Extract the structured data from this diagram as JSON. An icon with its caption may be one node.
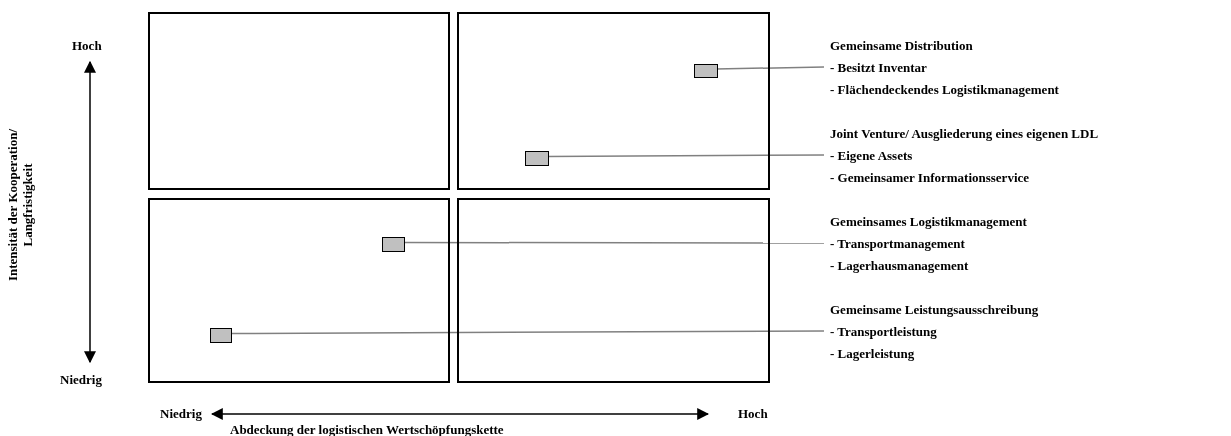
{
  "diagram": {
    "nodes": [
      {
        "text": [],
        "shape": "box"
      },
      {
        "text": [],
        "shape": "box"
      },
      {
        "text": [],
        "shape": "box"
      },
      {
        "text": [],
        "shape": "box"
      },
      {
        "text": [],
        "shape": "box",
        "in": 1
      },
      {
        "text": [],
        "shape": "box",
        "in": 1
      },
      {
        "text": [],
        "shape": "box",
        "in": 2
      },
      {
        "text": [],
        "shape": "box",
        "in": 2
      },
      {
        "text": [
          "Gemeinsame Distribution",
          "- Besitzt Inventar",
          "- Flächendeckendes Logistikmanagement"
        ]
      },
      {
        "text": [
          "Joint Venture/ Ausgliederung eines eigenen LDL",
          "- Eigene Assets",
          "- Gemeinsamer Informationsservice"
        ]
      },
      {
        "text": [
          "Gemeinsames Logistikmanagement",
          "- Transportmanagement",
          "- Lagerhausmanagement"
        ]
      },
      {
        "text": [
          "Gemeinsame Leistungsausschreibung",
          "- Transportleistung",
          "- Lagerleistung"
        ]
      }
    ],
    "edges": [
      {
        "from": 4,
        "to": 8,
        "arrow": "none"
      },
      {
        "from": 5,
        "to": 9,
        "arrow": "none"
      },
      {
        "from": 6,
        "to": 10,
        "arrow": "none"
      },
      {
        "from": 7,
        "to": 11,
        "arrow": "none"
      }
    ],
    "labels": [
      "Hoch",
      "Intensität der Kooperation/ Langfristigkeit",
      "Niedrig",
      "Niedrig",
      "Hoch",
      "Abdeckung der logistischen Wertschöpfungskette"
    ]
  }
}
